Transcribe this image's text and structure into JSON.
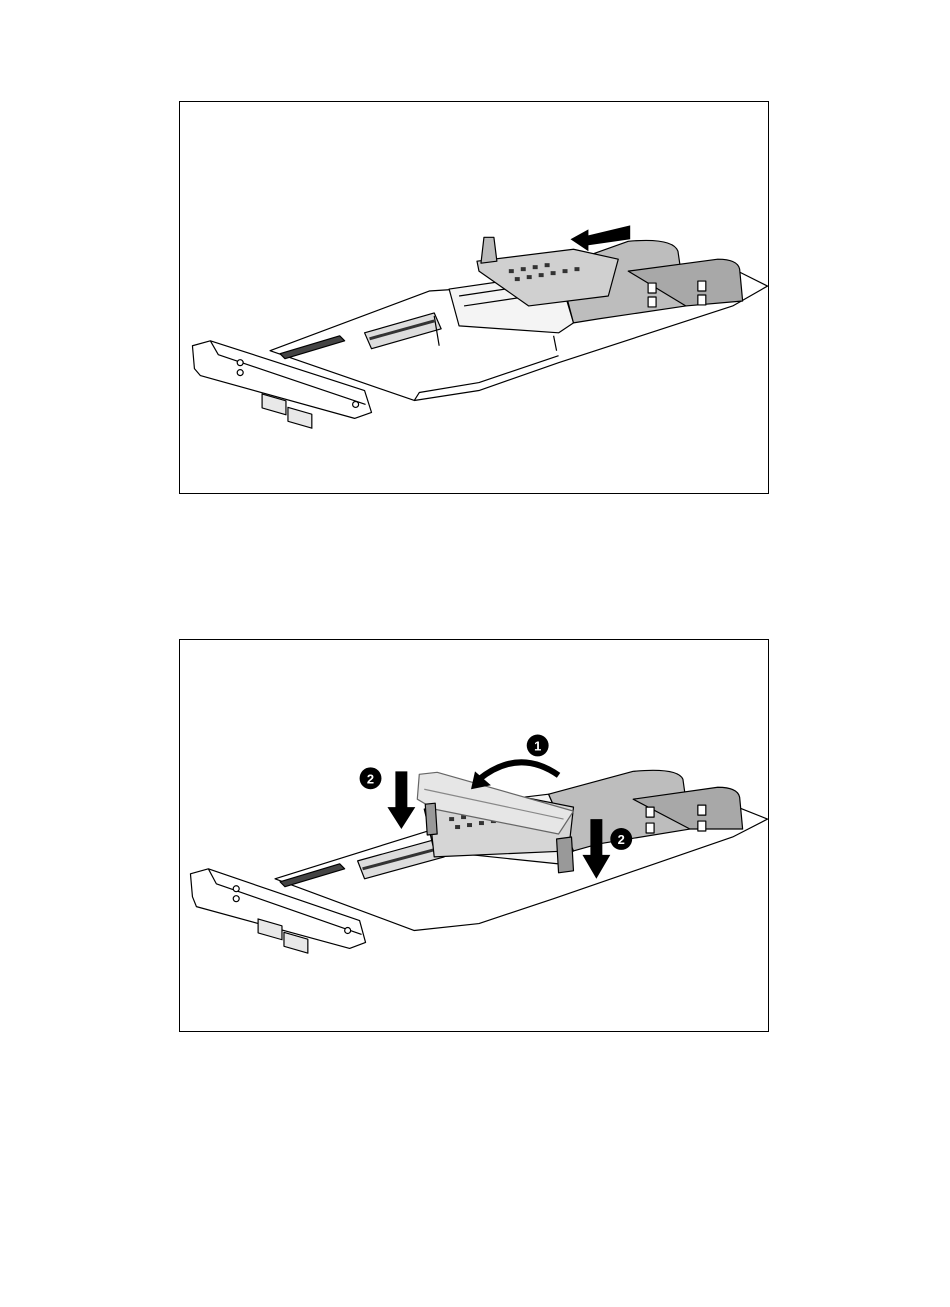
{
  "figures": [
    {
      "id": "remove-cache-module",
      "callouts": []
    },
    {
      "id": "install-cover",
      "callouts": [
        {
          "label": "1"
        },
        {
          "label": "2"
        },
        {
          "label": "2"
        }
      ]
    }
  ]
}
